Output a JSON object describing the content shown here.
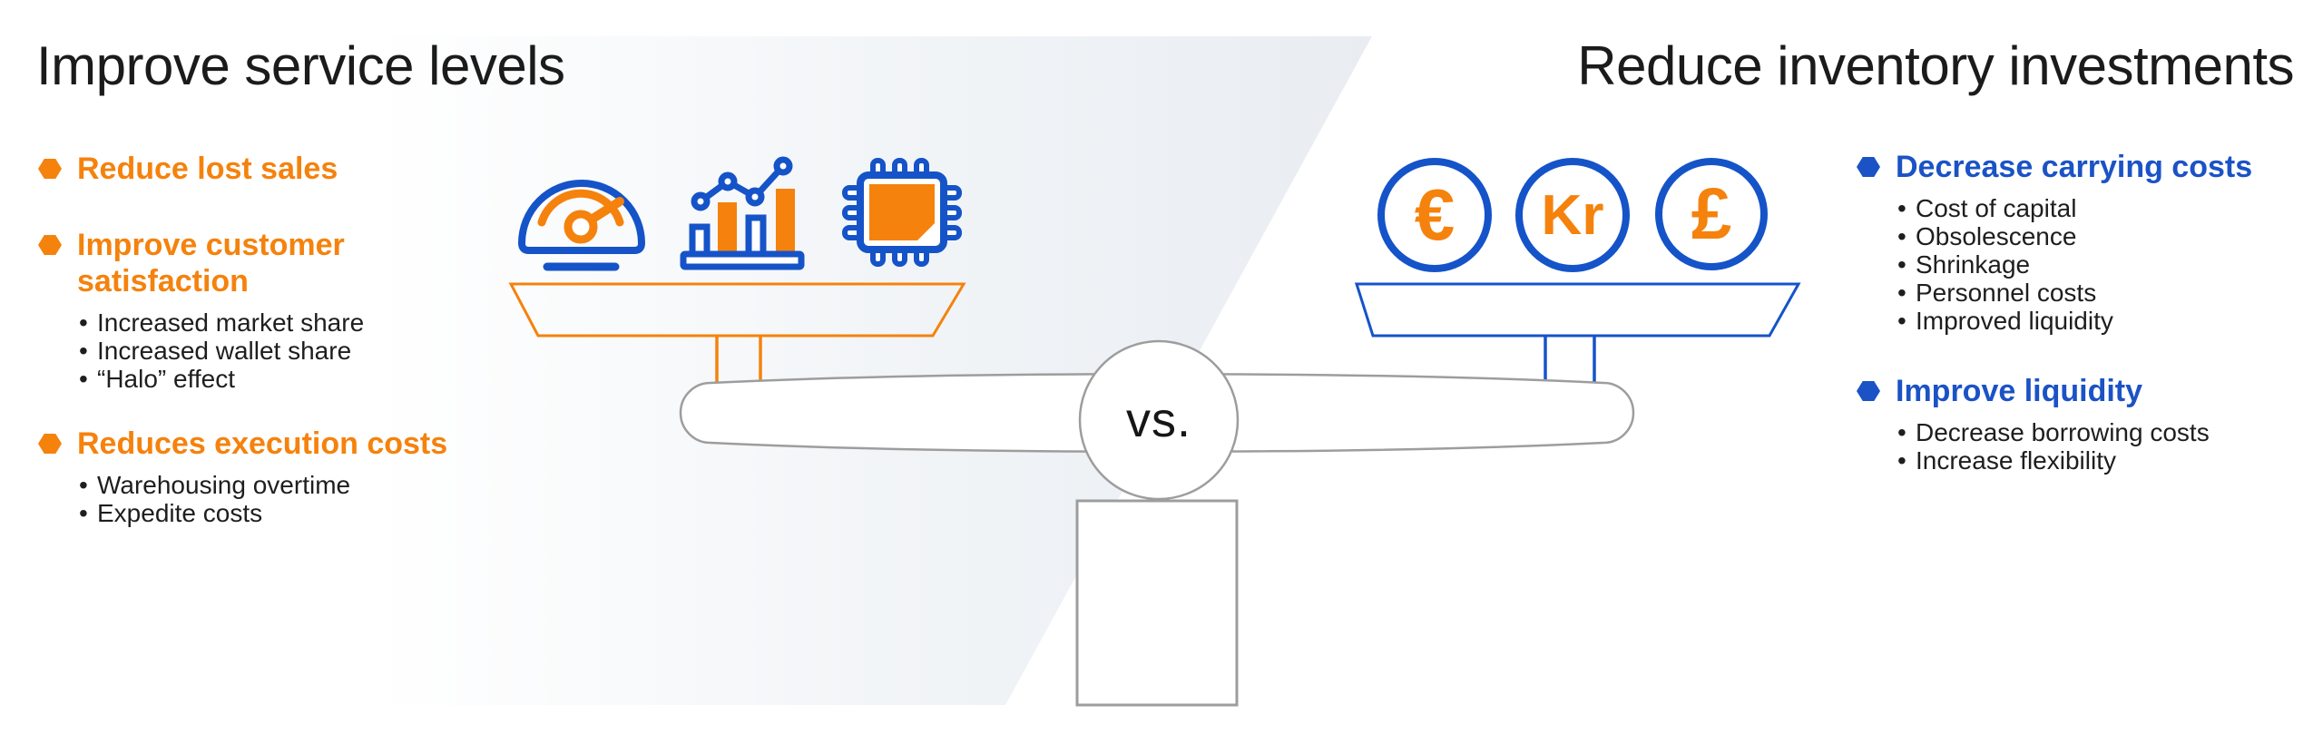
{
  "left_panel": {
    "title": "Improve service levels",
    "accent_color": "#F5820D",
    "items": [
      {
        "label": "Reduce lost sales",
        "subitems": []
      },
      {
        "label": "Improve customer satisfaction",
        "subitems": [
          "Increased market share",
          "Increased wallet share",
          "“Halo” effect"
        ]
      },
      {
        "label": "Reduces execution costs",
        "subitems": [
          "Warehousing overtime",
          "Expedite costs"
        ]
      }
    ]
  },
  "right_panel": {
    "title": "Reduce inventory investments",
    "accent_color": "#1B53C6",
    "items": [
      {
        "label": "Decrease carrying costs",
        "subitems": [
          "Cost of capital",
          "Obsolescence",
          "Shrinkage",
          "Personnel costs",
          "Improved liquidity"
        ]
      },
      {
        "label": "Improve liquidity",
        "subitems": [
          "Decrease borrowing costs",
          "Increase flexibility"
        ]
      }
    ]
  },
  "scale": {
    "vs_label": "vs.",
    "left_pan_icons": [
      "speedometer-icon",
      "bar-chart-icon",
      "chip-icon"
    ],
    "currencies": {
      "euro": "€",
      "krona": "Kr",
      "pound": "£"
    }
  },
  "colors": {
    "orange": "#F5820D",
    "blue": "#1B53C6",
    "icon_blue": "#1553C8",
    "beam_gray": "#9d9d9d",
    "text_dark": "#1b1b1b",
    "bg_gradient_end": "#e9edf2"
  }
}
